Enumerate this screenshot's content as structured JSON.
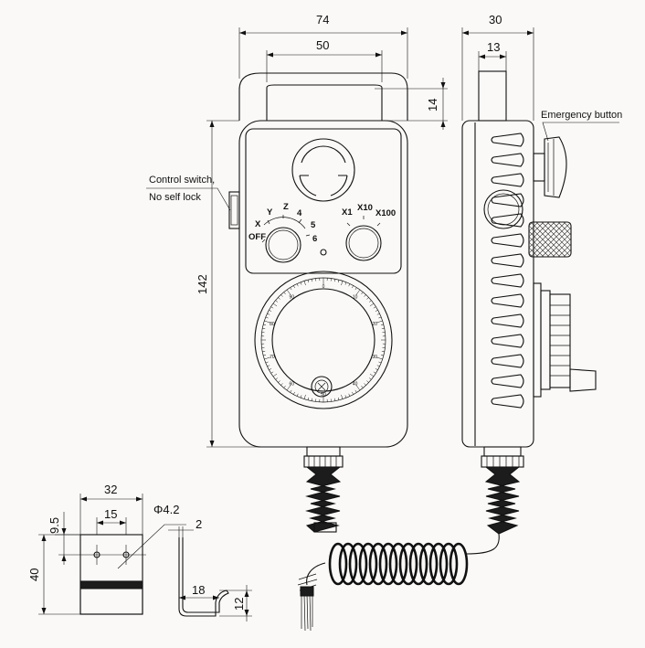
{
  "dimensions": {
    "width_74": "74",
    "width_50": "50",
    "height_14": "14",
    "height_142": "142",
    "depth_30": "30",
    "depth_13": "13",
    "bracket_32": "32",
    "bracket_15": "15",
    "bracket_9_5": "9.5",
    "bracket_40": "40",
    "hole_phi": "Φ4.2",
    "thickness_2": "2",
    "length_18": "18",
    "height_12": "12"
  },
  "annotations": {
    "control_switch": "Control switch,",
    "no_self_lock": "No self lock",
    "emergency_button": "Emergency button"
  },
  "axis_selector": {
    "off": "OFF",
    "x": "X",
    "y": "Y",
    "z": "Z",
    "four": "4",
    "five": "5",
    "six": "6"
  },
  "step_selector": {
    "x1": "X1",
    "x10": "X10",
    "x100": "X100"
  },
  "handwheel_scale": [
    "0",
    "10",
    "20",
    "30",
    "40",
    "50",
    "60",
    "70",
    "80",
    "90"
  ]
}
